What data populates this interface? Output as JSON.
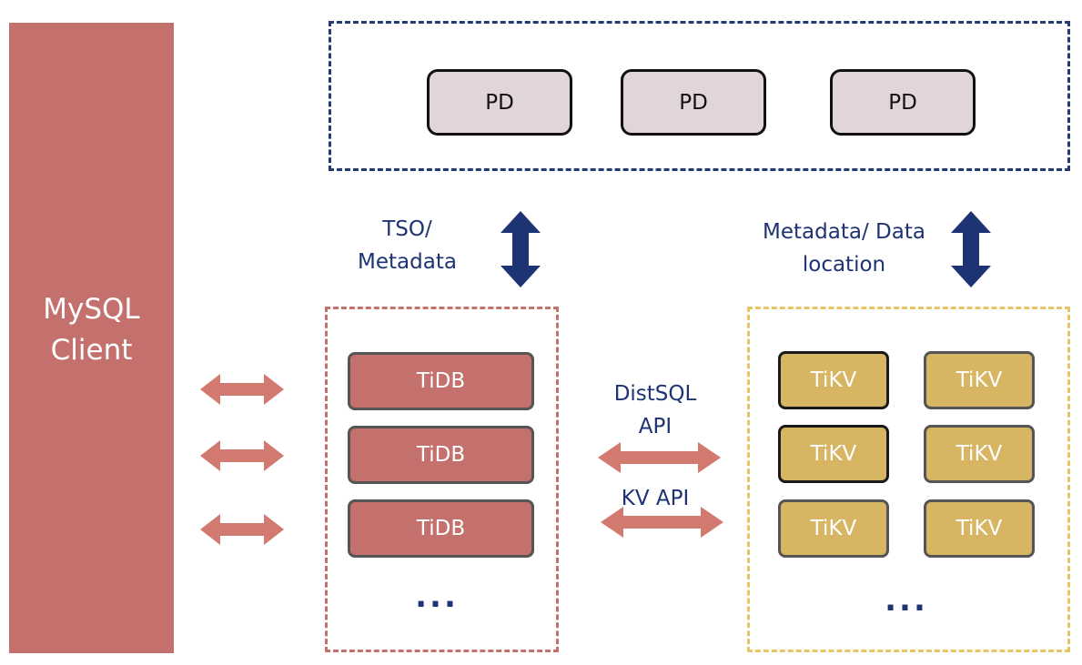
{
  "client": {
    "label_line1": "MySQL",
    "label_line2": "Client"
  },
  "pd": {
    "boxes": [
      "PD",
      "PD",
      "PD"
    ]
  },
  "tidb": {
    "boxes": [
      "TiDB",
      "TiDB",
      "TiDB"
    ],
    "more": "..."
  },
  "tikv": {
    "boxes": [
      "TiKV",
      "TiKV",
      "TiKV",
      "TiKV",
      "TiKV",
      "TiKV"
    ],
    "more": "..."
  },
  "labels": {
    "tso_line1": "TSO/",
    "tso_line2": "Metadata",
    "meta_line1": "Metadata/ Data",
    "meta_line2": "location",
    "distsql_line1": "DistSQL",
    "distsql_line2": "API",
    "kv_api": "KV  API"
  },
  "colors": {
    "client": "#c4706c",
    "pd_fill": "#e2d5d8",
    "tidb_fill": "#c4706c",
    "tikv_fill": "#d7b563",
    "navy": "#1e3373",
    "pd_group_border": "#243a72",
    "tidb_group_border": "#c4706c",
    "tikv_group_border": "#e7c562"
  }
}
